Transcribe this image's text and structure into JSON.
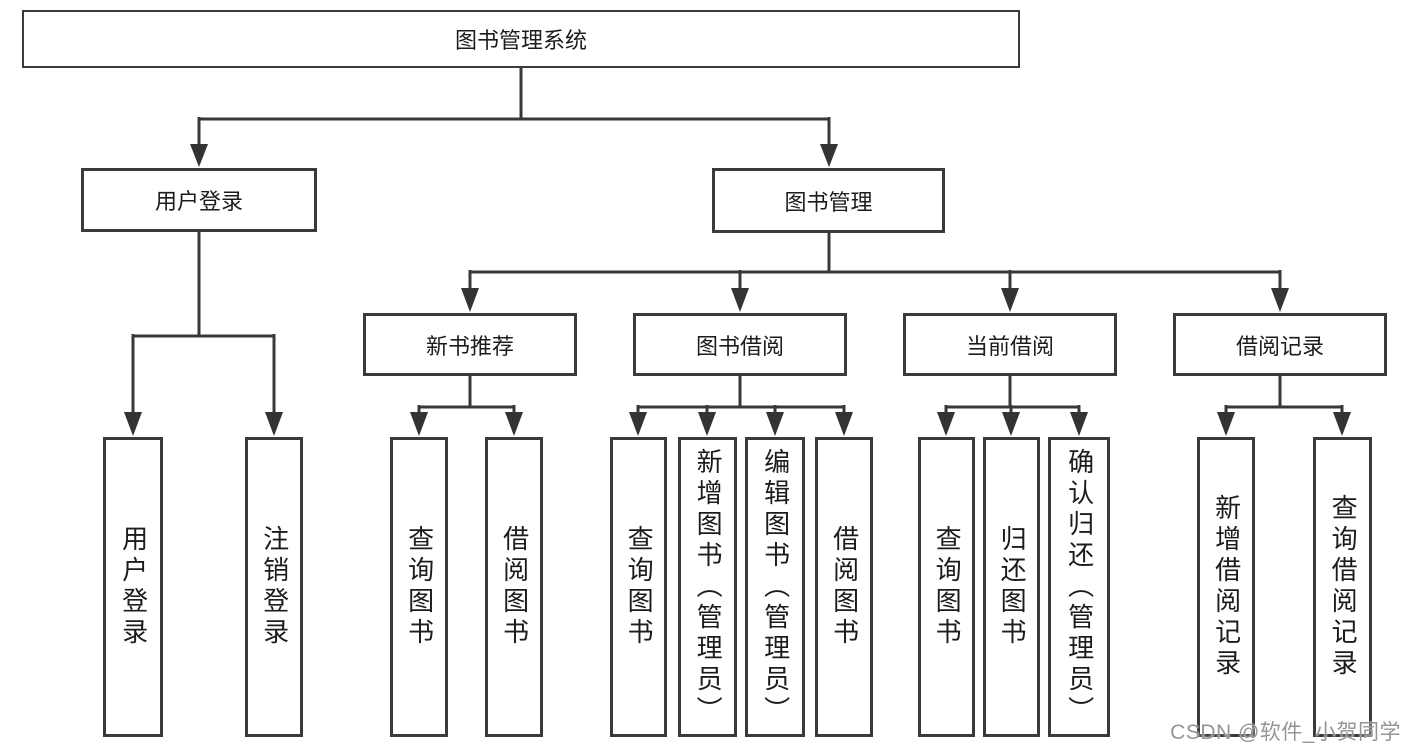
{
  "diagram": {
    "root": {
      "label": "图书管理系统"
    },
    "branches": [
      {
        "label": "用户登录",
        "children": [
          {
            "label": "用户登录"
          },
          {
            "label": "注销登录"
          }
        ]
      },
      {
        "label": "图书管理",
        "groups": [
          {
            "label": "新书推荐",
            "children": [
              {
                "label": "查询图书"
              },
              {
                "label": "借阅图书"
              }
            ]
          },
          {
            "label": "图书借阅",
            "children": [
              {
                "label": "查询图书"
              },
              {
                "label": "新增图书（管理员）"
              },
              {
                "label": "编辑图书（管理员）"
              },
              {
                "label": "借阅图书"
              }
            ]
          },
          {
            "label": "当前借阅",
            "children": [
              {
                "label": "查询图书"
              },
              {
                "label": "归还图书"
              },
              {
                "label": "确认归还（管理员）"
              }
            ]
          },
          {
            "label": "借阅记录",
            "children": [
              {
                "label": "新增借阅记录"
              },
              {
                "label": "查询借阅记录"
              }
            ]
          }
        ]
      }
    ]
  },
  "watermark": {
    "text": "CSDN @软件_小贺同学"
  },
  "colors": {
    "box_border": "#3a3a3a",
    "connector_line": "#383838",
    "arrowhead": "#333333",
    "text": "#1c1c1c",
    "watermark_text": "#959595",
    "background": "#ffffff"
  }
}
